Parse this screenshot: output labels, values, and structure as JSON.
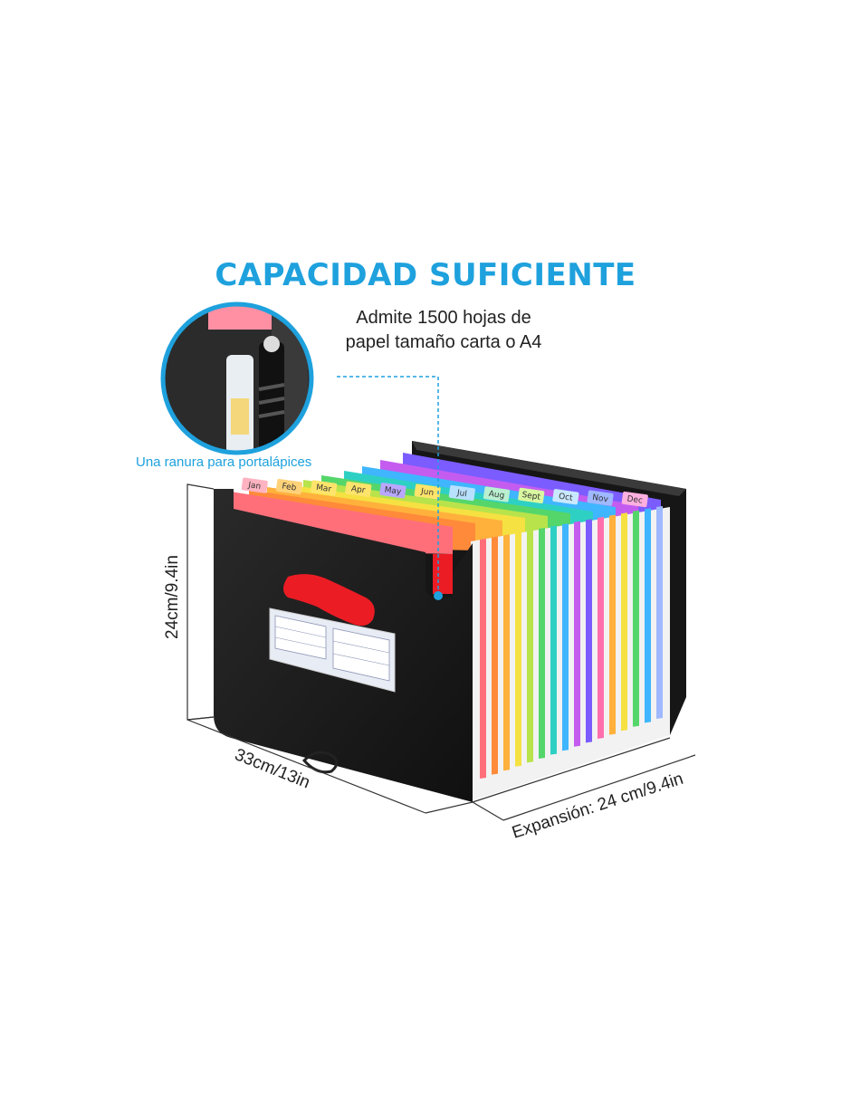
{
  "headline": "CAPACIDAD SUFICIENTE",
  "capacity_text": [
    "Admite 1500 hojas de",
    "papel tamaño carta o A4"
  ],
  "pen_slot_label": "Una ranura para portalápices",
  "dimensions": {
    "height": "24cm/9.4in",
    "width": "33cm/13in",
    "expansion": "Expansión: 24 cm/9.4in"
  },
  "month_tabs": [
    "Jan",
    "Feb",
    "Mar",
    "Apr",
    "May",
    "Jun",
    "Jul",
    "Aug",
    "Sept",
    "Oct",
    "Nov",
    "Dec"
  ],
  "colors": {
    "headline": "#1ea1dd",
    "body_text": "#222222",
    "folder": "#1b1b1b",
    "accent_red": "#ec1c24"
  }
}
